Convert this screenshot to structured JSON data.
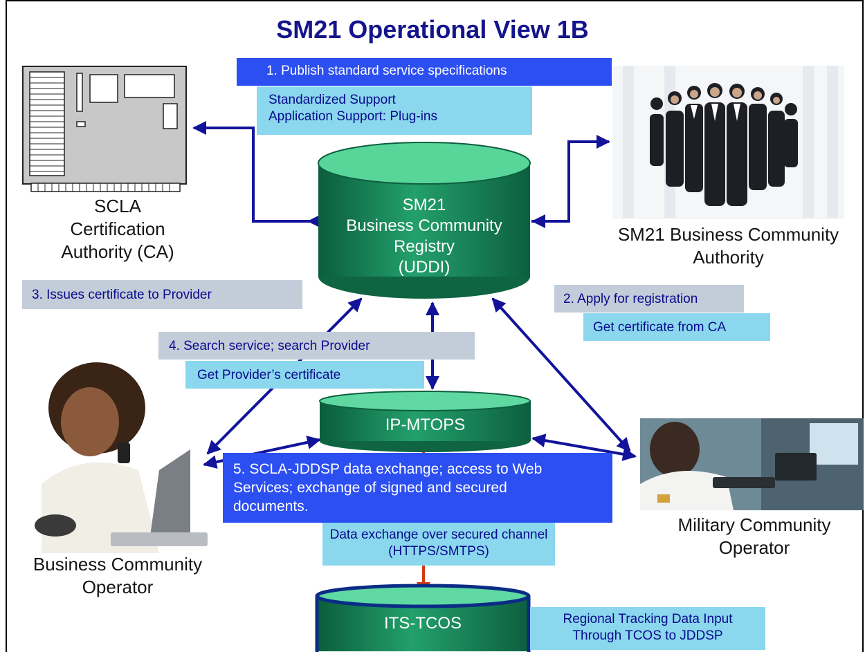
{
  "title": "SM21 Operational View 1B",
  "actors": {
    "scla": "SCLA\nCertification\nAuthority (CA)",
    "sm21_authority": "SM21 Business Community\nAuthority",
    "business_operator": "Business Community\nOperator",
    "military_operator": "Military Community\nOperator"
  },
  "databases": {
    "registry": "SM21\nBusiness Community\nRegistry\n(UDDI)",
    "ipmtops": "IP-MTOPS",
    "itstcos": "ITS-TCOS"
  },
  "steps": {
    "step1": "1. Publish standard service specifications",
    "step1_sub": "Standardized Support\nApplication Support: Plug-ins",
    "step2": "2. Apply for registration",
    "step2_sub": "Get certificate from CA",
    "step3": "3. Issues certificate to Provider",
    "step4": "4. Search service; search Provider",
    "step4_sub": "Get Provider’s certificate",
    "step5": "5. SCLA-JDDSP data exchange; access to Web\nServices; exchange of signed and secured\ndocuments.",
    "secured_channel": "Data exchange over secured channel\n(HTTPS/SMTPS)",
    "regional": "Regional Tracking Data Input\nThrough TCOS to JDDSP"
  },
  "colors": {
    "title": "#14148c",
    "arrow": "#12139a",
    "red_arrow": "#d43a10",
    "box_dark": "#2c4ff2",
    "box_light": "#8ad7ee",
    "box_grey": "#c2cdd9",
    "cylinder": "#1d8a5c"
  }
}
